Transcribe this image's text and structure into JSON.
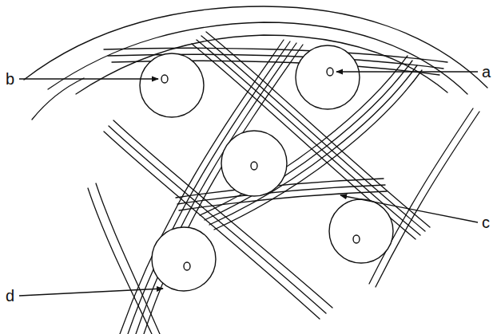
{
  "diagram": {
    "labels": [
      "b",
      "a",
      "c",
      "d"
    ]
  }
}
